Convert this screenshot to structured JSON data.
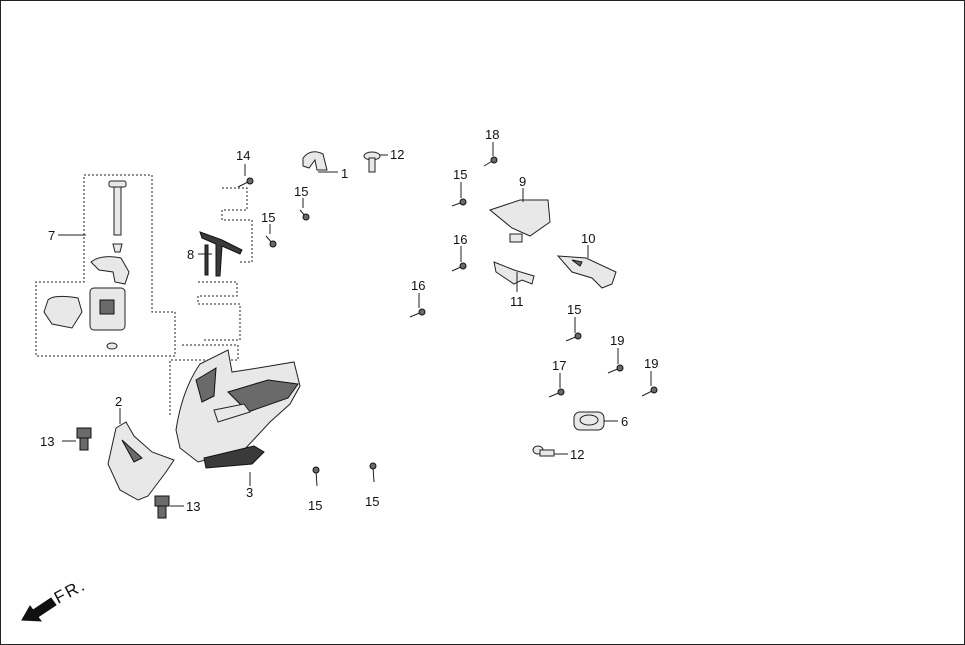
{
  "diagram": {
    "callouts": {
      "c1": "1",
      "c2": "2",
      "c3": "3",
      "c6": "6",
      "c7": "7",
      "c8": "8",
      "c9": "9",
      "c10": "10",
      "c11": "11",
      "c12a": "12",
      "c12b": "12",
      "c13a": "13",
      "c13b": "13",
      "c14": "14",
      "c15a": "15",
      "c15b": "15",
      "c15c": "15",
      "c15d": "15",
      "c15e": "15",
      "c15f": "15",
      "c16a": "16",
      "c16b": "16",
      "c17": "17",
      "c18": "18",
      "c19a": "19",
      "c19b": "19"
    },
    "direction_label": "FR."
  }
}
